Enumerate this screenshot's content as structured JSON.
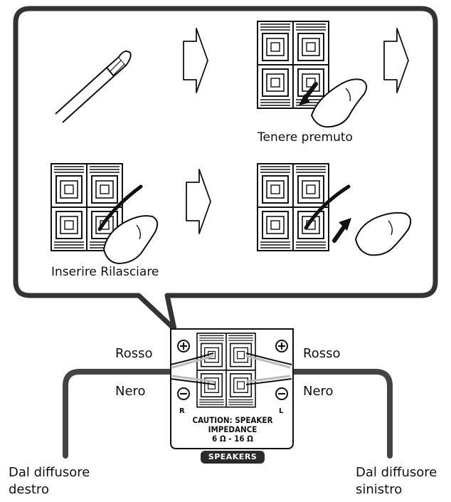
{
  "instructions": {
    "step2_caption": "Tenere premuto",
    "step3_caption": "Inserire Rilasciare"
  },
  "terminal_panel": {
    "left_channel_mark": "R",
    "right_channel_mark": "L",
    "caution_line1": "CAUTION: SPEAKER",
    "caution_line2": "IMPEDANCE",
    "caution_line3": "6 Ω - 16 Ω",
    "badge": "SPEAKERS"
  },
  "labels": {
    "left_red": "Rosso",
    "left_black": "Nero",
    "right_red": "Rosso",
    "right_black": "Nero",
    "left_source_line1": "Dal diffusore",
    "left_source_line2": "destro",
    "right_source_line1": "Dal diffusore",
    "right_source_line2": "sinistro"
  }
}
